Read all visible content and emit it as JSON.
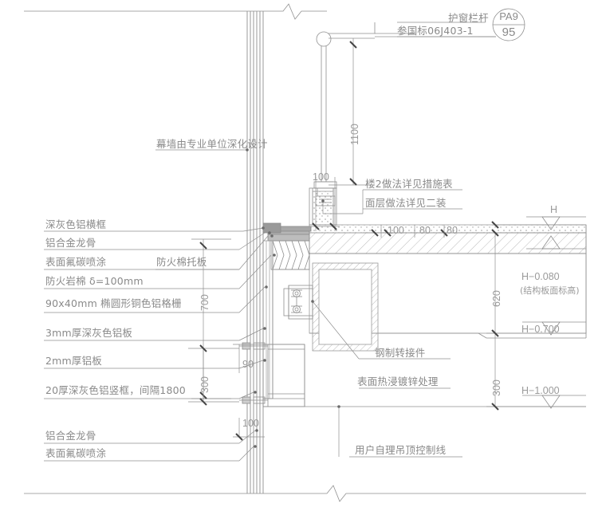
{
  "drawing": {
    "type": "architectural-detail-section",
    "description": "Curtain wall / floor slab junction vertical section detail",
    "line_color": "#8c8c8c",
    "text_color": "#8a8a8a",
    "background": "#ffffff"
  },
  "callout": {
    "label": "护窗栏杆",
    "standard": "参国标06J403-1",
    "bubble_top": "PA9",
    "bubble_bottom": "95"
  },
  "notes": {
    "curtain_wall": "幕墙由专业单位深化设计",
    "floor_make": "楼2做法详见措施表",
    "finish_make": "面层做法详见二装",
    "steel_bracket": "钢制转接件",
    "galvanize": "表面热浸镀锌处理",
    "ceiling_line": "用户自理吊顶控制线"
  },
  "left_labels": [
    {
      "text": "深灰色铝横框"
    },
    {
      "text": "铝合金龙骨"
    },
    {
      "text": "表面氟碳喷涂"
    },
    {
      "text": "防火棉托板"
    },
    {
      "text": "防火岩棉  δ=100mm"
    },
    {
      "text": "90x40mm 椭圆形铜色铝格栅"
    },
    {
      "text": "3mm厚深灰色铝板"
    },
    {
      "text": "2mm厚铝板"
    },
    {
      "text": "20厚深灰色铝竖框，间隔1800"
    },
    {
      "text": "铝合金龙骨"
    },
    {
      "text": "表面氟碳喷涂"
    }
  ],
  "dimensions": {
    "guard_height": "1100",
    "head_top": "100",
    "slab_a": "100",
    "slab_b": "80",
    "slab_c": "80",
    "grille_height": "700",
    "slab_depth": "620",
    "panel_90": "90",
    "panel_300": "300",
    "panel_100": "100",
    "lower_300": "300"
  },
  "elevations": [
    {
      "mark": "H",
      "note": ""
    },
    {
      "mark": "H−0.080",
      "note": "(结构板面标高)"
    },
    {
      "mark": "H−0.700",
      "note": ""
    },
    {
      "mark": "H−1.000",
      "note": ""
    }
  ]
}
